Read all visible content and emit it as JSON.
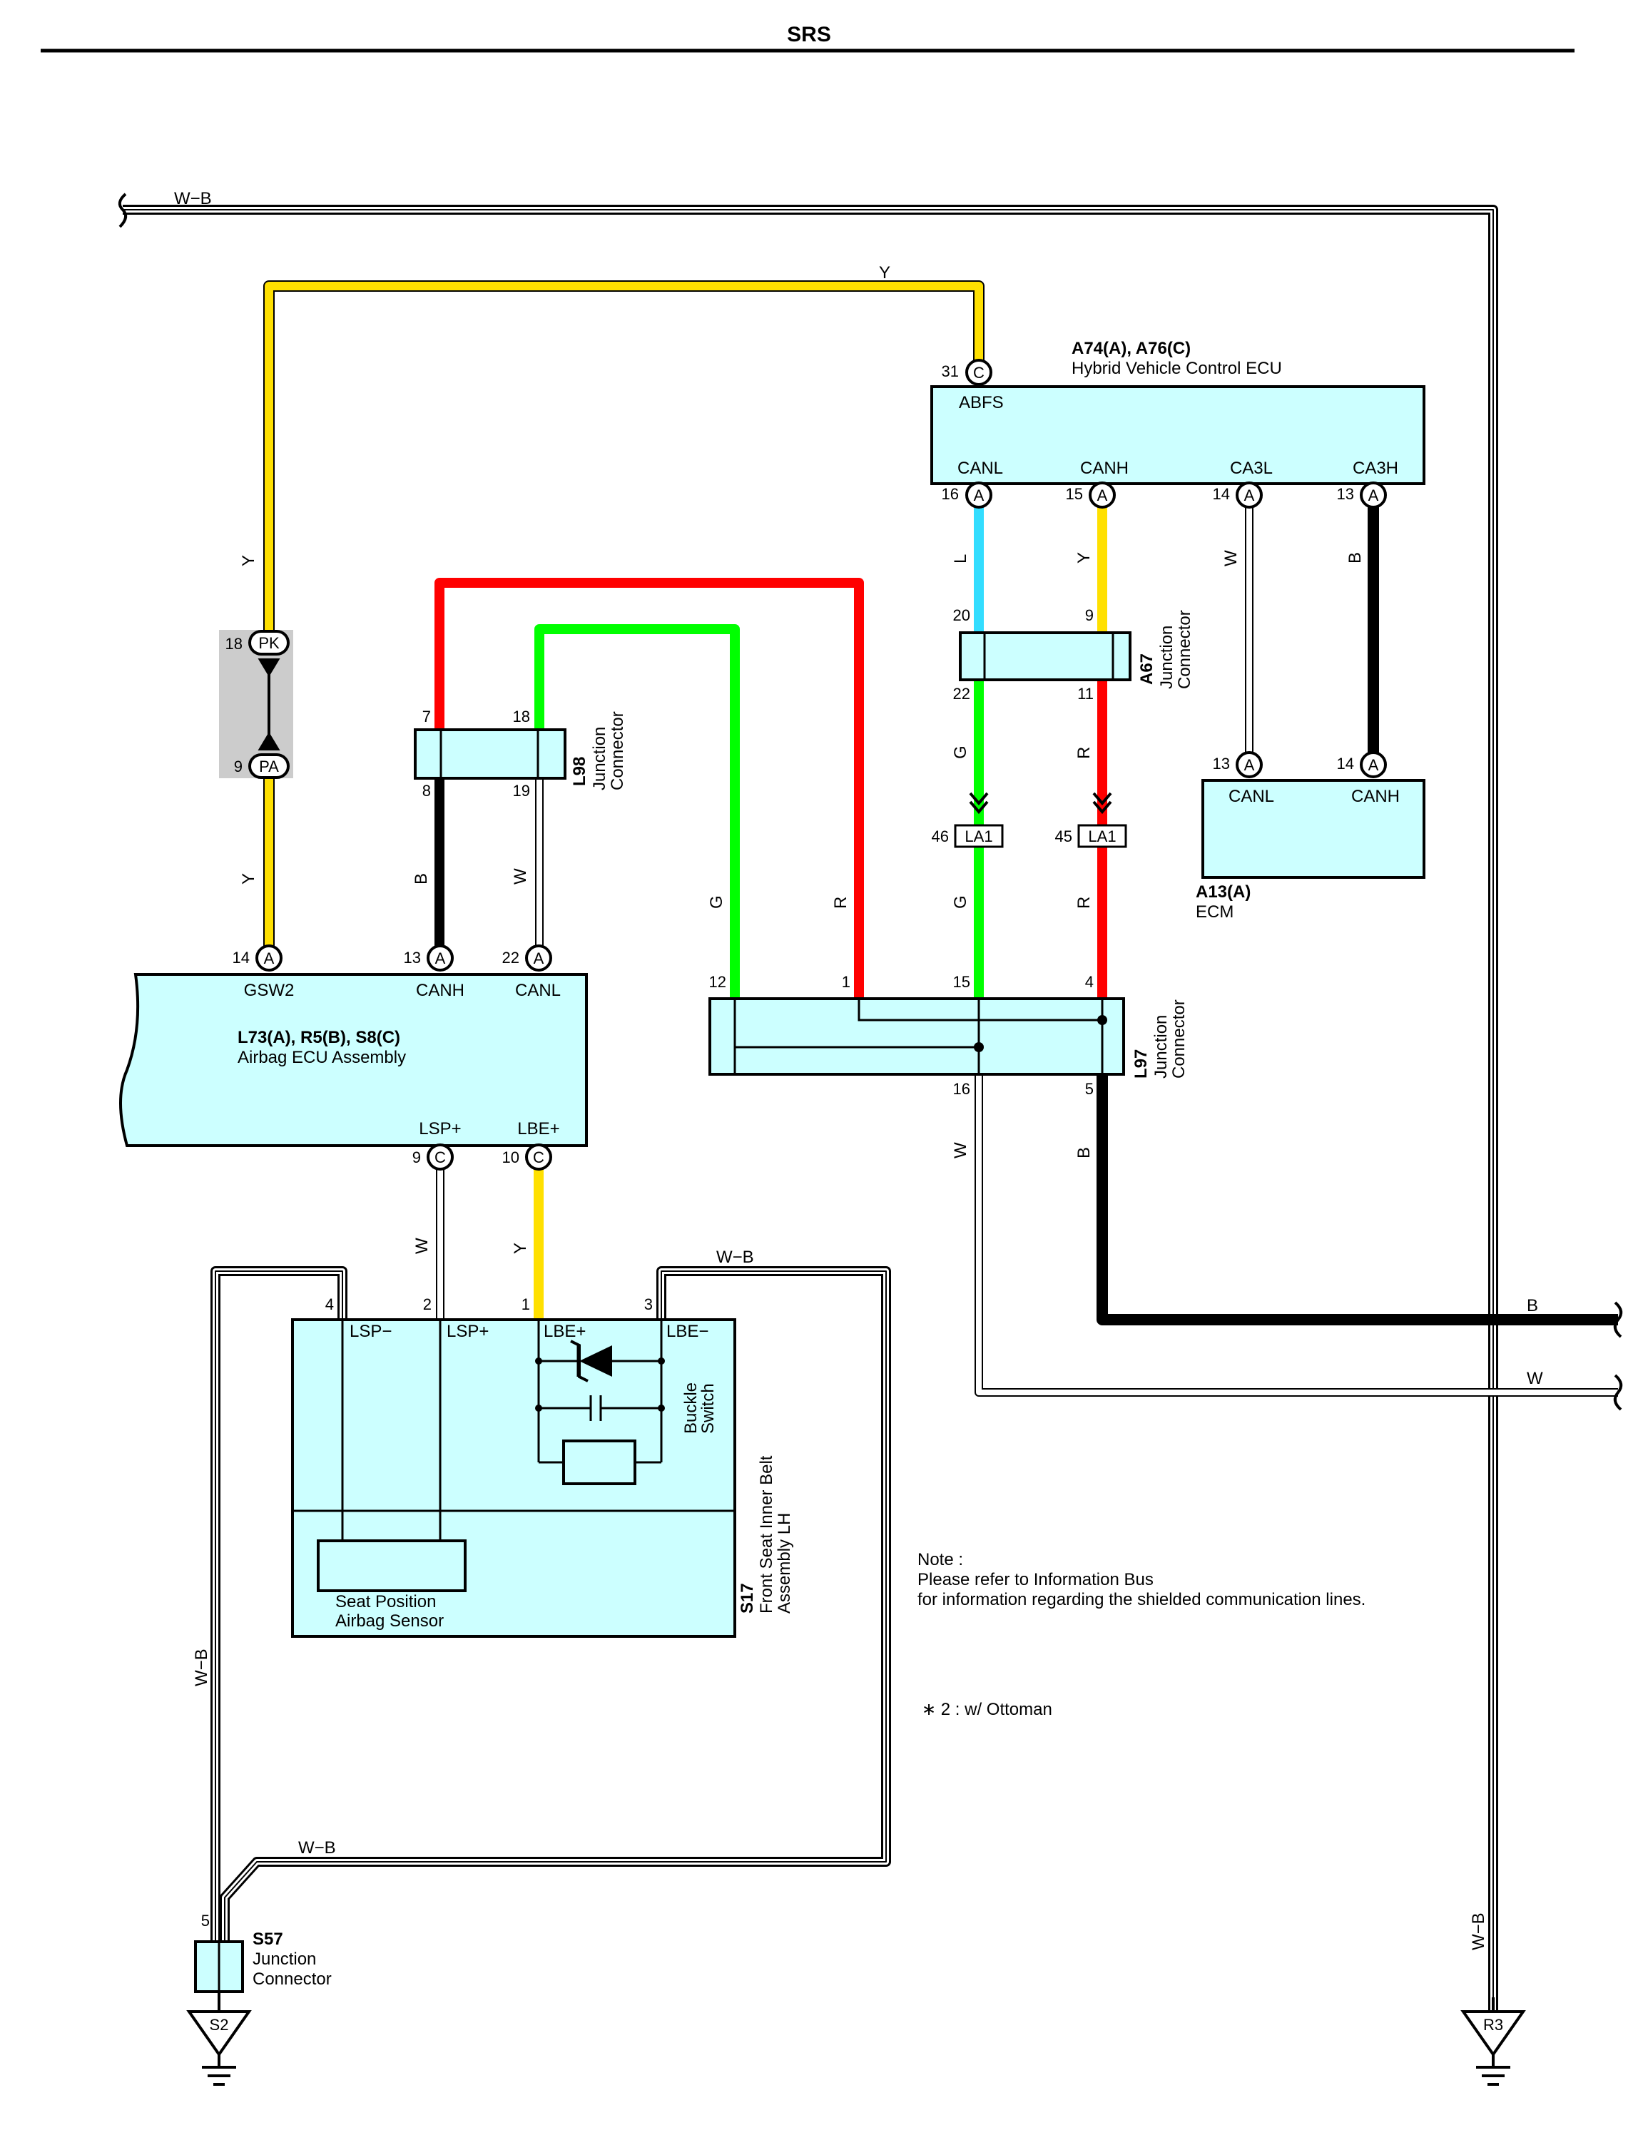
{
  "page": {
    "title": "SRS"
  },
  "colors": {
    "yellow": "#ffe000",
    "red": "#ff0000",
    "green": "#00ff00",
    "lightblue": "#33ddff",
    "black": "#000000",
    "white_wire": "#ffffff",
    "component_fill": "#ccffff"
  },
  "components": {
    "hv_ecu": {
      "code": "A74(A), A76(C)",
      "name": "Hybrid Vehicle Control ECU",
      "terms": {
        "abfs": "ABFS",
        "canl": "CANL",
        "canh": "CANH",
        "ca3l": "CA3L",
        "ca3h": "CA3H"
      }
    },
    "airbag_ecu": {
      "code": "L73(A), R5(B), S8(C)",
      "name": "Airbag ECU Assembly",
      "terms": {
        "gsw2": "GSW2",
        "canh": "CANH",
        "canl": "CANL",
        "lsp": "LSP+",
        "lbe": "LBE+"
      }
    },
    "ecm": {
      "code": "A13(A)",
      "name": "ECM",
      "terms": {
        "canl": "CANL",
        "canh": "CANH"
      }
    },
    "l98": {
      "code": "L98",
      "name1": "Junction",
      "name2": "Connector"
    },
    "a67": {
      "code": "A67",
      "name1": "Junction",
      "name2": "Connector"
    },
    "l97": {
      "code": "L97",
      "name1": "Junction",
      "name2": "Connector"
    },
    "s57": {
      "code": "S57",
      "name1": "Junction",
      "name2": "Connector"
    },
    "s17": {
      "code": "S17",
      "name1": "Front Seat Inner Belt",
      "name2": "Assembly LH",
      "terms": {
        "lspm": "LSP−",
        "lspp": "LSP+",
        "lbep": "LBE+",
        "lbem": "LBE−"
      },
      "buckle1": "Buckle",
      "buckle2": "Switch",
      "sensor1": "Seat Position",
      "sensor2": "Airbag Sensor"
    }
  },
  "pins": {
    "hv31": "31",
    "hv16": "16",
    "hv15": "15",
    "hv14": "14",
    "hv13": "13",
    "pk18": "18",
    "pa9": "9",
    "l98_7": "7",
    "l98_18": "18",
    "l98_8": "8",
    "l98_19": "19",
    "a67_20": "20",
    "a67_9": "9",
    "a67_22": "22",
    "a67_11": "11",
    "la46": "46",
    "la45": "45",
    "ecm13": "13",
    "ecm14": "14",
    "ab14": "14",
    "ab13": "13",
    "ab22": "22",
    "ab9": "9",
    "ab10": "10",
    "l97_12": "12",
    "l97_1": "1",
    "l97_15": "15",
    "l97_4": "4",
    "l97_16": "16",
    "l97_5": "5",
    "s17_4": "4",
    "s17_2": "2",
    "s17_1": "1",
    "s17_3": "3",
    "s57_5": "5"
  },
  "connectors": {
    "A": "A",
    "C": "C",
    "PK": "PK",
    "PA": "PA",
    "LA1": "LA1",
    "S2": "S2",
    "R3": "R3"
  },
  "wire_colors": {
    "Y": "Y",
    "L": "L",
    "W": "W",
    "B": "B",
    "G": "G",
    "R": "R",
    "WB": "W−B"
  },
  "notes": {
    "note_title": "Note :",
    "note_line1": "Please refer to Information Bus",
    "note_line2": "for information regarding the shielded communication lines.",
    "ottoman": "∗ 2 : w/ Ottoman"
  }
}
